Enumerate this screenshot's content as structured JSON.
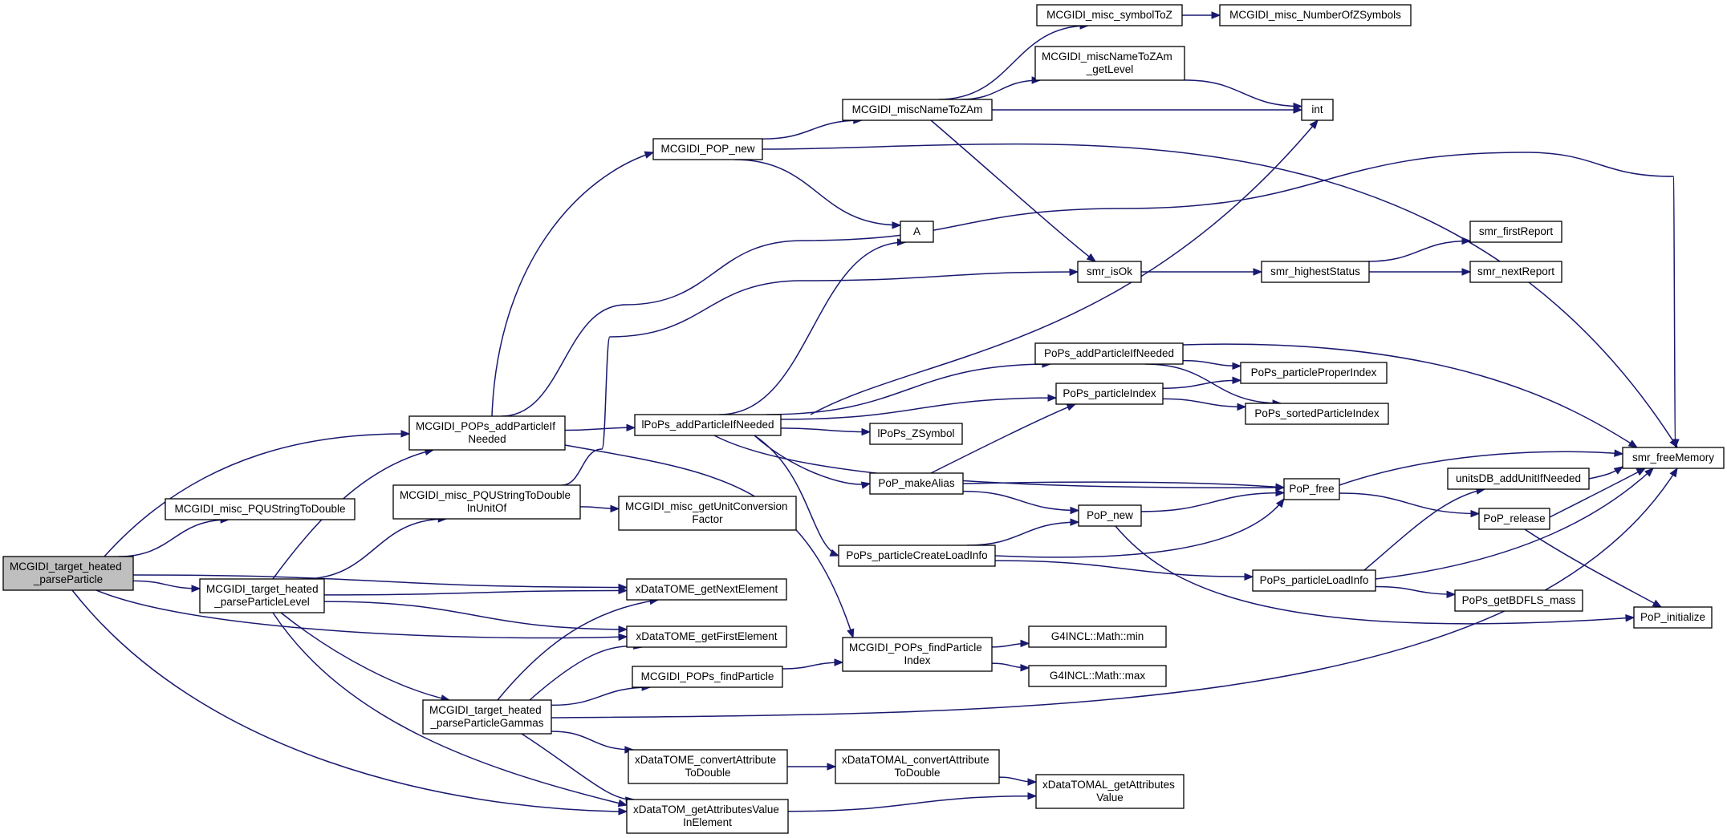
{
  "colors": {
    "edge": "#191970",
    "root_fill": "#bfbfbf",
    "node_fill": "#ffffff",
    "node_border": "#000000"
  },
  "nodes": {
    "n_root": [
      "MCGIDI_target_heated",
      "_parseParticle"
    ],
    "n_pqu": [
      "MCGIDI_misc_PQUStringToDouble"
    ],
    "n_level": [
      "MCGIDI_target_heated",
      "_parseParticleLevel"
    ],
    "n_gammas": [
      "MCGIDI_target_heated",
      "_parseParticleGammas"
    ],
    "n_pops_add": [
      "MCGIDI_POPs_addParticleIf",
      "Needed"
    ],
    "n_pqu_unit": [
      "MCGIDI_misc_PQUStringToDouble",
      "InUnitOf"
    ],
    "n_pop_new": [
      "MCGIDI_POP_new"
    ],
    "n_unitconv": [
      "MCGIDI_misc_getUnitConversion",
      "Factor"
    ],
    "n_xd_next": [
      "xDataTOME_getNextElement"
    ],
    "n_xd_first": [
      "xDataTOME_getFirstElement"
    ],
    "n_xd_conv": [
      "xDataTOME_convertAttribute",
      "ToDouble"
    ],
    "n_xd_attr": [
      "xDataTOM_getAttributesValue",
      "InElement"
    ],
    "n_pops_find": [
      "MCGIDI_POPs_findParticle"
    ],
    "n_ipops_add": [
      "lPoPs_addParticleIfNeeded"
    ],
    "n_ipops_z": [
      "lPoPs_ZSymbol"
    ],
    "n_pop_alias": [
      "PoP_makeAlias"
    ],
    "n_create_load": [
      "PoPs_particleCreateLoadInfo"
    ],
    "n_findidx": [
      "MCGIDI_POPs_findParticle",
      "Index"
    ],
    "n_xdal_conv": [
      "xDataTOMAL_convertAttribute",
      "ToDouble"
    ],
    "n_name_zam": [
      "MCGIDI_miscNameToZAm"
    ],
    "n_A": [
      "A"
    ],
    "n_sym_z": [
      "MCGIDI_misc_symbolToZ"
    ],
    "n_name_lvl": [
      "MCGIDI_miscNameToZAm",
      "_getLevel"
    ],
    "n_smr_isok": [
      "smr_isOk"
    ],
    "n_pops_addif": [
      "PoPs_addParticleIfNeeded"
    ],
    "n_pops_idx": [
      "PoPs_particleIndex"
    ],
    "n_pop_new2": [
      "PoP_new"
    ],
    "n_math_min": [
      "G4INCL::Math::min"
    ],
    "n_math_max": [
      "G4INCL::Math::max"
    ],
    "n_xdal_getattr": [
      "xDataTOMAL_getAttributes",
      "Value"
    ],
    "n_num_zsym": [
      "MCGIDI_misc_NumberOfZSymbols"
    ],
    "n_int": [
      "int"
    ],
    "n_smr_high": [
      "smr_highestStatus"
    ],
    "n_proper_idx": [
      "PoPs_particleProperIndex"
    ],
    "n_sorted_idx": [
      "PoPs_sortedParticleIndex"
    ],
    "n_pop_free": [
      "PoP_free"
    ],
    "n_load_info": [
      "PoPs_particleLoadInfo"
    ],
    "n_smr_first": [
      "smr_firstReport"
    ],
    "n_smr_next": [
      "smr_nextReport"
    ],
    "n_units_db": [
      "unitsDB_addUnitIfNeeded"
    ],
    "n_pop_release": [
      "PoP_release"
    ],
    "n_bdfls": [
      "PoPs_getBDFLS_mass"
    ],
    "n_free_mem": [
      "smr_freeMemory"
    ],
    "n_pop_init": [
      "PoP_initialize"
    ]
  },
  "edges": [
    [
      "n_root",
      "n_pqu"
    ],
    [
      "n_root",
      "n_pops_add"
    ],
    [
      "n_root",
      "n_level"
    ],
    [
      "n_root",
      "n_xd_next"
    ],
    [
      "n_root",
      "n_xd_first"
    ],
    [
      "n_root",
      "n_xd_attr"
    ],
    [
      "n_level",
      "n_pops_add"
    ],
    [
      "n_level",
      "n_pqu_unit"
    ],
    [
      "n_level",
      "n_xd_next"
    ],
    [
      "n_level",
      "n_xd_first"
    ],
    [
      "n_level",
      "n_gammas"
    ],
    [
      "n_level",
      "n_xd_attr"
    ],
    [
      "n_gammas",
      "n_xd_next"
    ],
    [
      "n_gammas",
      "n_xd_first"
    ],
    [
      "n_gammas",
      "n_pops_find"
    ],
    [
      "n_gammas",
      "n_xd_conv"
    ],
    [
      "n_gammas",
      "n_xd_attr"
    ],
    [
      "n_gammas",
      "n_free_mem"
    ],
    [
      "n_pops_add",
      "n_pop_new"
    ],
    [
      "n_pops_add",
      "n_ipops_add"
    ],
    [
      "n_pops_add",
      "n_free_mem"
    ],
    [
      "n_pops_add",
      "n_findidx"
    ],
    [
      "n_pqu_unit",
      "n_smr_isok"
    ],
    [
      "n_pqu_unit",
      "n_unitconv"
    ],
    [
      "n_pop_new",
      "n_name_zam"
    ],
    [
      "n_pop_new",
      "n_A"
    ],
    [
      "n_pop_new",
      "n_free_mem"
    ],
    [
      "n_pops_find",
      "n_findidx"
    ],
    [
      "n_xd_conv",
      "n_xdal_conv"
    ],
    [
      "n_xd_attr",
      "n_xdal_getattr"
    ],
    [
      "n_xdal_conv",
      "n_xdal_getattr"
    ],
    [
      "n_ipops_add",
      "n_A"
    ],
    [
      "n_ipops_add",
      "n_int"
    ],
    [
      "n_ipops_add",
      "n_pops_addif"
    ],
    [
      "n_ipops_add",
      "n_pops_idx"
    ],
    [
      "n_ipops_add",
      "n_ipops_z"
    ],
    [
      "n_ipops_add",
      "n_pop_free"
    ],
    [
      "n_ipops_add",
      "n_pop_alias"
    ],
    [
      "n_ipops_add",
      "n_create_load"
    ],
    [
      "n_findidx",
      "n_math_min"
    ],
    [
      "n_findidx",
      "n_math_max"
    ],
    [
      "n_name_zam",
      "n_sym_z"
    ],
    [
      "n_name_zam",
      "n_name_lvl"
    ],
    [
      "n_name_zam",
      "n_int"
    ],
    [
      "n_name_zam",
      "n_smr_isok"
    ],
    [
      "n_sym_z",
      "n_num_zsym"
    ],
    [
      "n_name_lvl",
      "n_int"
    ],
    [
      "n_smr_isok",
      "n_smr_high"
    ],
    [
      "n_smr_high",
      "n_smr_first"
    ],
    [
      "n_smr_high",
      "n_smr_next"
    ],
    [
      "n_pops_addif",
      "n_proper_idx"
    ],
    [
      "n_pops_addif",
      "n_sorted_idx"
    ],
    [
      "n_pops_addif",
      "n_free_mem"
    ],
    [
      "n_pops_idx",
      "n_proper_idx"
    ],
    [
      "n_pops_idx",
      "n_sorted_idx"
    ],
    [
      "n_pop_alias",
      "n_pops_idx"
    ],
    [
      "n_pop_alias",
      "n_pop_free"
    ],
    [
      "n_pop_alias",
      "n_pop_new2"
    ],
    [
      "n_create_load",
      "n_pop_new2"
    ],
    [
      "n_create_load",
      "n_pop_free"
    ],
    [
      "n_create_load",
      "n_load_info"
    ],
    [
      "n_pop_new2",
      "n_pop_free"
    ],
    [
      "n_pop_new2",
      "n_pop_init"
    ],
    [
      "n_pop_free",
      "n_free_mem"
    ],
    [
      "n_pop_free",
      "n_pop_release"
    ],
    [
      "n_pop_release",
      "n_free_mem"
    ],
    [
      "n_pop_release",
      "n_pop_init"
    ],
    [
      "n_load_info",
      "n_units_db"
    ],
    [
      "n_load_info",
      "n_free_mem"
    ],
    [
      "n_load_info",
      "n_bdfls"
    ],
    [
      "n_units_db",
      "n_free_mem"
    ]
  ]
}
